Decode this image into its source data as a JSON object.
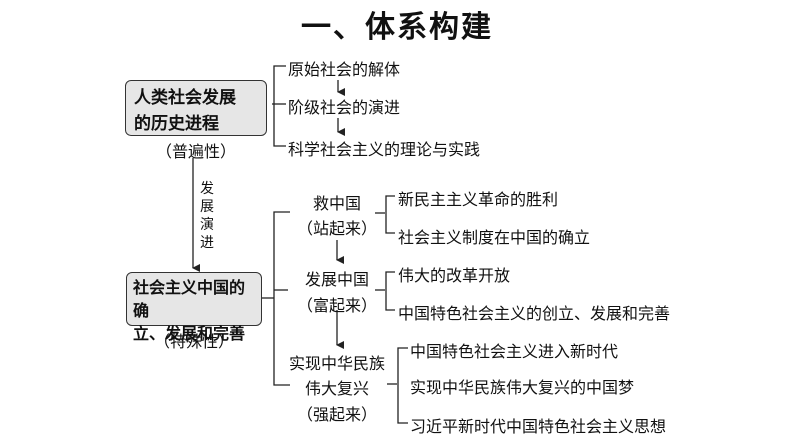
{
  "title": "一、体系构建",
  "history": {
    "box_line1": "人类社会发展",
    "box_line2": "的历史进程",
    "nature": "（普遍性）",
    "stages": [
      "原始社会的解体",
      "阶级社会的演进",
      "科学社会主义的理论与实践"
    ]
  },
  "connector_label": [
    "发",
    "展",
    "演",
    "进"
  ],
  "china": {
    "box_line1": "社会主义中国的确",
    "box_line2": "立、发展和完善",
    "nature": "（特殊性）",
    "phases": [
      {
        "name": "救中国",
        "sub": "（站起来）",
        "items": [
          "新民主主义革命的胜利",
          "社会主义制度在中国的确立"
        ]
      },
      {
        "name": "发展中国",
        "sub": "（富起来）",
        "items": [
          "伟大的改革开放",
          "中国特色社会主义的创立、发展和完善"
        ]
      },
      {
        "name_line1": "实现中华民族",
        "name_line2": "伟大复兴",
        "sub": "（强起来）",
        "items": [
          "中国特色社会主义进入新时代",
          "实现中华民族伟大复兴的中国梦",
          "习近平新时代中国特色社会主义思想"
        ]
      }
    ]
  }
}
